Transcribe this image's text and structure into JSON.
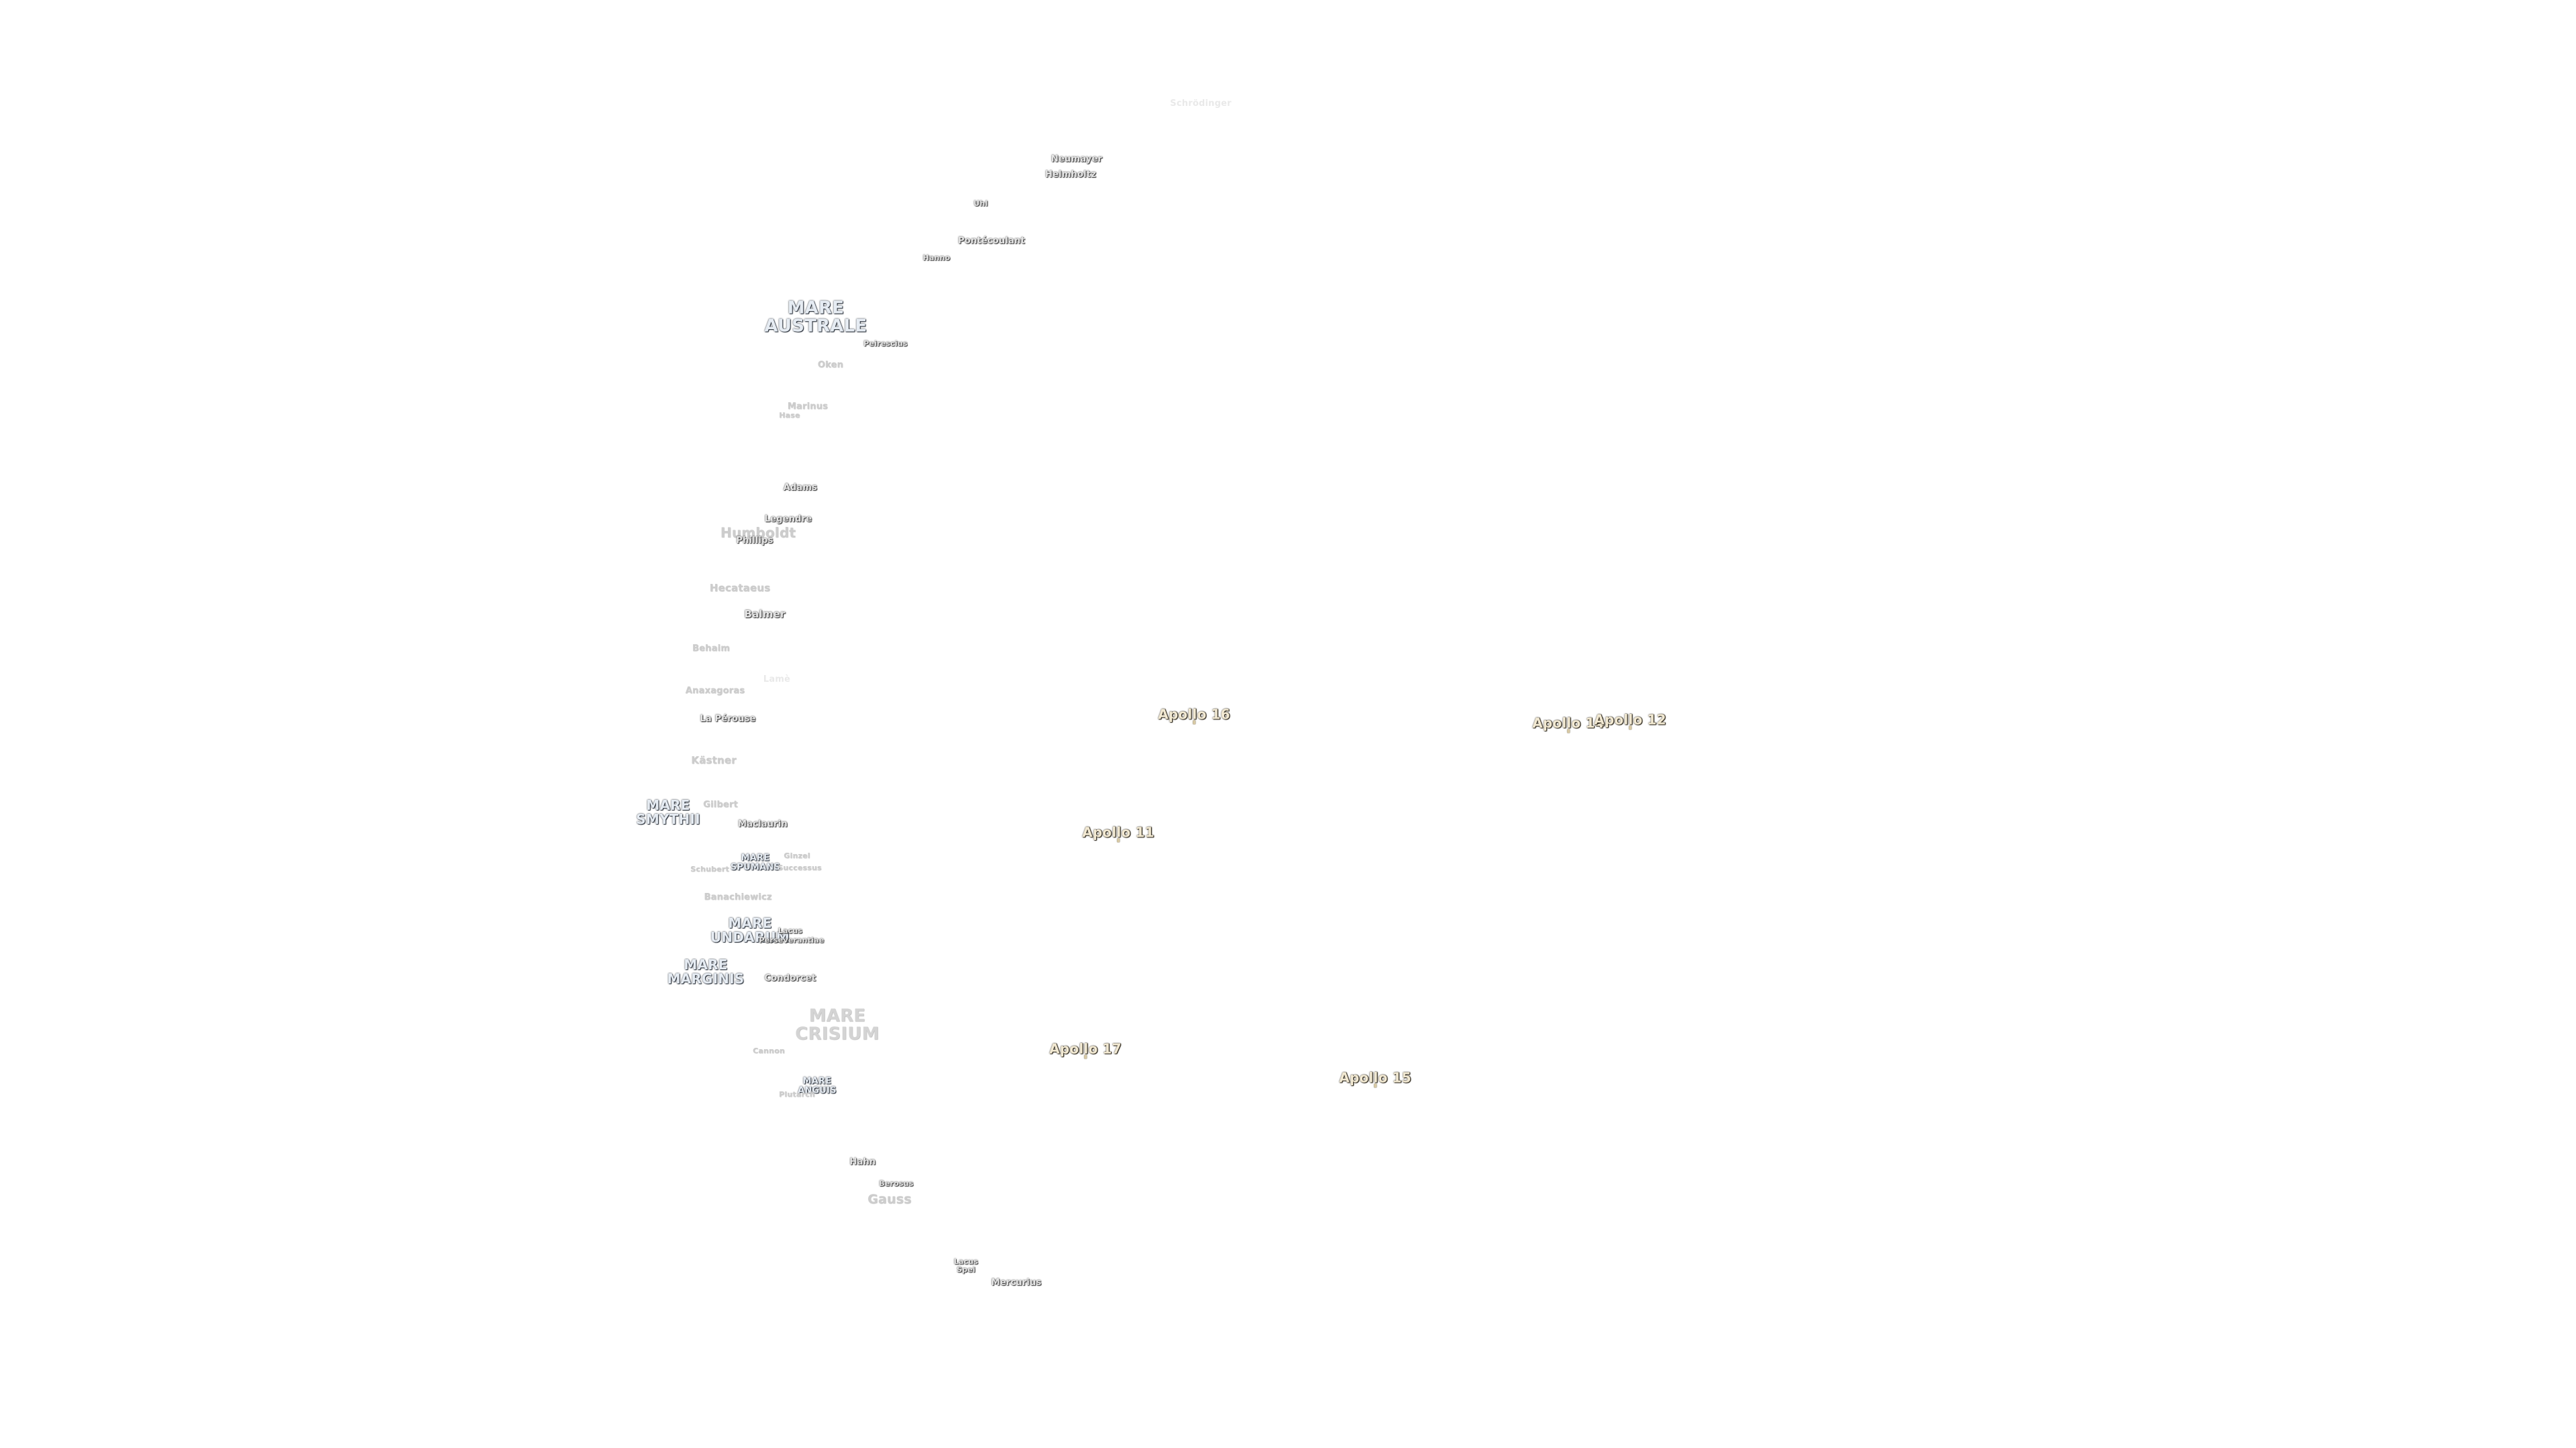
{
  "map": {
    "type": "lunar-feature-labels",
    "background": "#ffffff"
  },
  "labels": {
    "schrodinger": "Schrödinger",
    "neumayer": "Neumayer",
    "helmholtz": "Helmholtz",
    "uhl": "Uhl",
    "pontecoulant": "Pontécoulant",
    "hanno": "Hanno",
    "mare_australe": "MARE AUSTRALE",
    "peirescius": "Peirescius",
    "oken": "Oken",
    "marinus": "Marinus",
    "hase": "Hase",
    "adams": "Adams",
    "legendre": "Legendre",
    "humboldt": "Humboldt",
    "phillips": "Phillips",
    "hecataeus": "Hecataeus",
    "balmer": "Balmer",
    "behaim": "Behaim",
    "anaxagoras": "Anaxagoras",
    "lamè": "Lamè",
    "la_perouse": "La Pérouse",
    "kastner": "Kästner",
    "mare_smythii": "MARE SMYTHII",
    "gilbert": "Gilbert",
    "maclaurin": "Maclaurin",
    "mare_spumans": "MARE SPUMANS",
    "ginzel": "Ginzel",
    "lacus_successus": "Successus",
    "schubert": "Schubert",
    "banachiewicz": "Banachiewicz",
    "mare_undarum": "MARE UNDARUM",
    "lacus": "Lacus",
    "perseverantiae": "Perseverantiae",
    "mare_marginis": "MARE MARGINIS",
    "condorcet": "Condorcet",
    "mare_crisium": "MARE CRISIUM",
    "cannon": "Cannon",
    "mare_anguis": "MARE ANGUIS",
    "plutarch": "Plutarch",
    "hahn": "Hahn",
    "berosus": "Berosus",
    "gauss": "Gauss",
    "lacus_spei": "Lacus Spei",
    "mercurius": "Mercurius"
  },
  "apollo_sites": {
    "apollo_16": "Apollo 16",
    "apollo_14": "Apollo 14",
    "apollo_12": "Apollo 12",
    "apollo_11": "Apollo 11",
    "apollo_17": "Apollo 17",
    "apollo_15": "Apollo 15"
  }
}
